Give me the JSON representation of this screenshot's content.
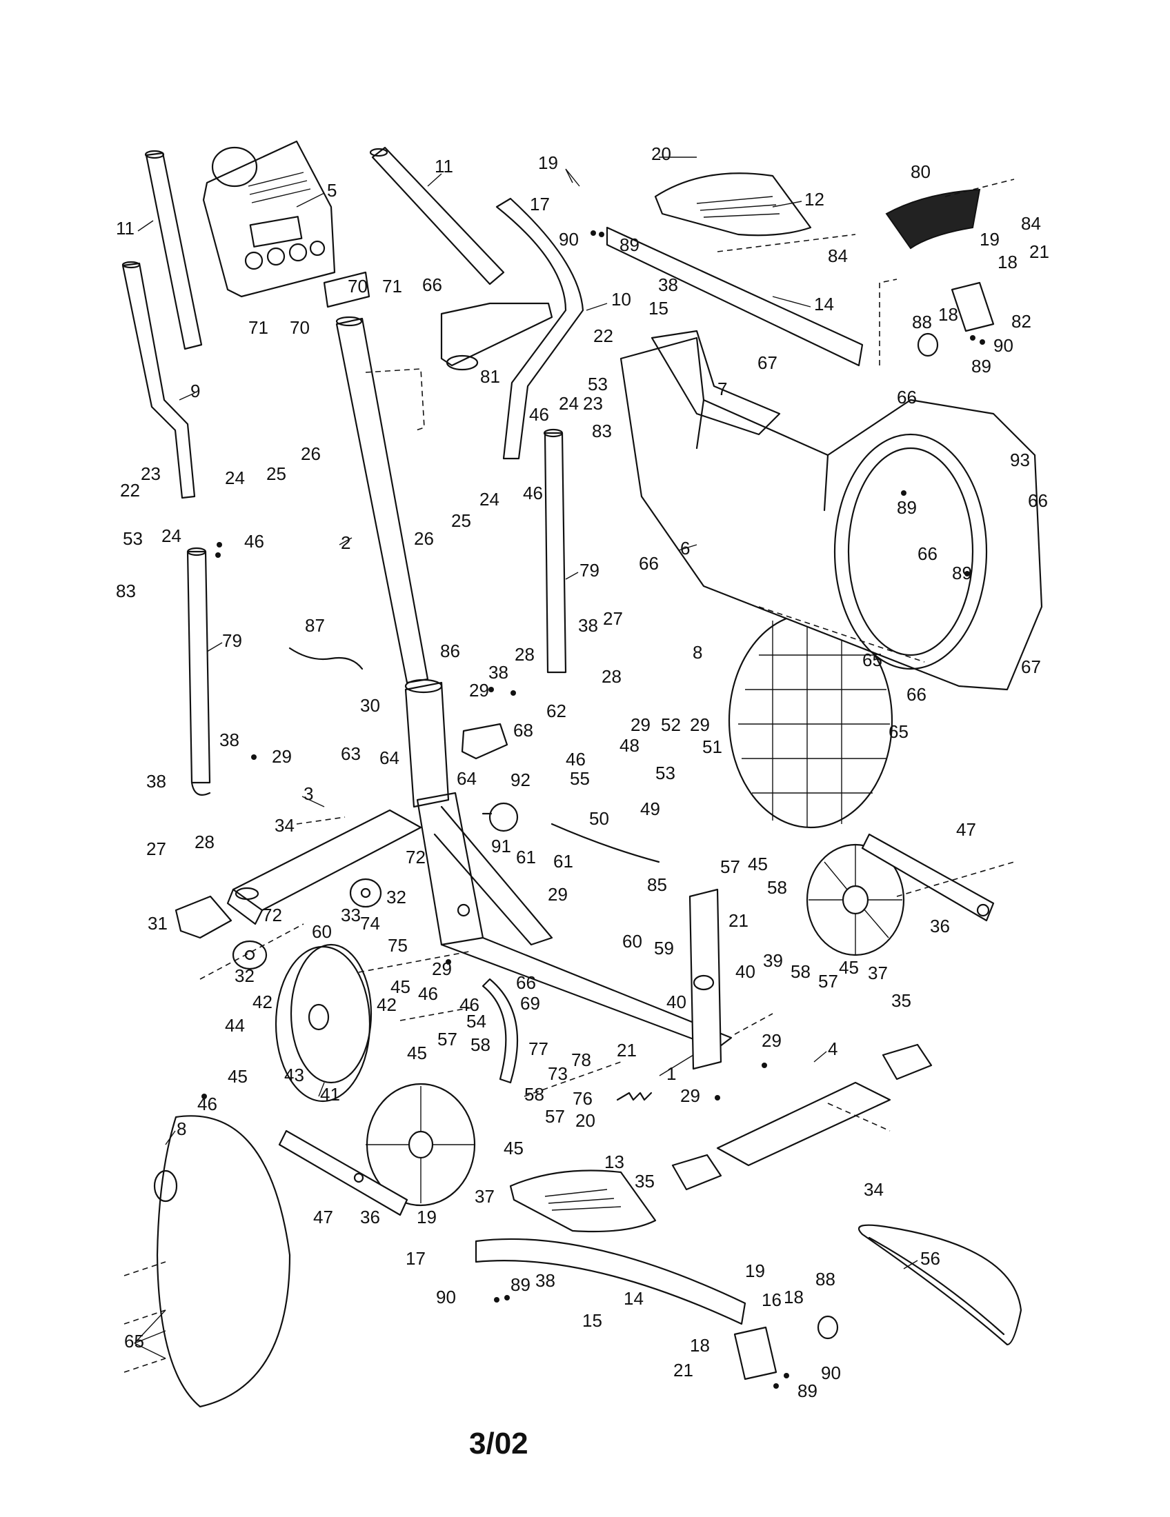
{
  "diagram": {
    "footer_code": "3/02",
    "labels": {
      "p1": "1",
      "p2": "2",
      "p3": "3",
      "p4": "4",
      "p5": "5",
      "p6": "6",
      "p7": "7",
      "p8": "8",
      "p9": "9",
      "p10": "10",
      "p11": "11",
      "p12": "12",
      "p13": "13",
      "p14": "14",
      "p15": "15",
      "p16": "16",
      "p17": "17",
      "p18": "18",
      "p19": "19",
      "p20": "20",
      "p21": "21",
      "p22": "22",
      "p23": "23",
      "p24": "24",
      "p25": "25",
      "p26": "26",
      "p27": "27",
      "p28": "28",
      "p29": "29",
      "p30": "30",
      "p31": "31",
      "p32": "32",
      "p33": "33",
      "p34": "34",
      "p35": "35",
      "p36": "36",
      "p37": "37",
      "p38": "38",
      "p39": "39",
      "p40": "40",
      "p41": "41",
      "p42": "42",
      "p43": "43",
      "p44": "44",
      "p45": "45",
      "p46": "46",
      "p47": "47",
      "p48": "48",
      "p49": "49",
      "p50": "50",
      "p51": "51",
      "p52": "52",
      "p53": "53",
      "p54": "54",
      "p55": "55",
      "p56": "56",
      "p57": "57",
      "p58": "58",
      "p59": "59",
      "p60": "60",
      "p61": "61",
      "p62": "62",
      "p63": "63",
      "p64": "64",
      "p65": "65",
      "p66": "66",
      "p67": "67",
      "p68": "68",
      "p69": "69",
      "p70": "70",
      "p71": "71",
      "p72": "72",
      "p73": "73",
      "p74": "74",
      "p75": "75",
      "p76": "76",
      "p77": "77",
      "p78": "78",
      "p79": "79",
      "p80": "80",
      "p81": "81",
      "p82": "82",
      "p83": "83",
      "p84": "84",
      "p85": "85",
      "p86": "86",
      "p87": "87",
      "p88": "88",
      "p89": "89",
      "p90": "90",
      "p91": "91",
      "p92": "92",
      "p93": "93"
    }
  }
}
